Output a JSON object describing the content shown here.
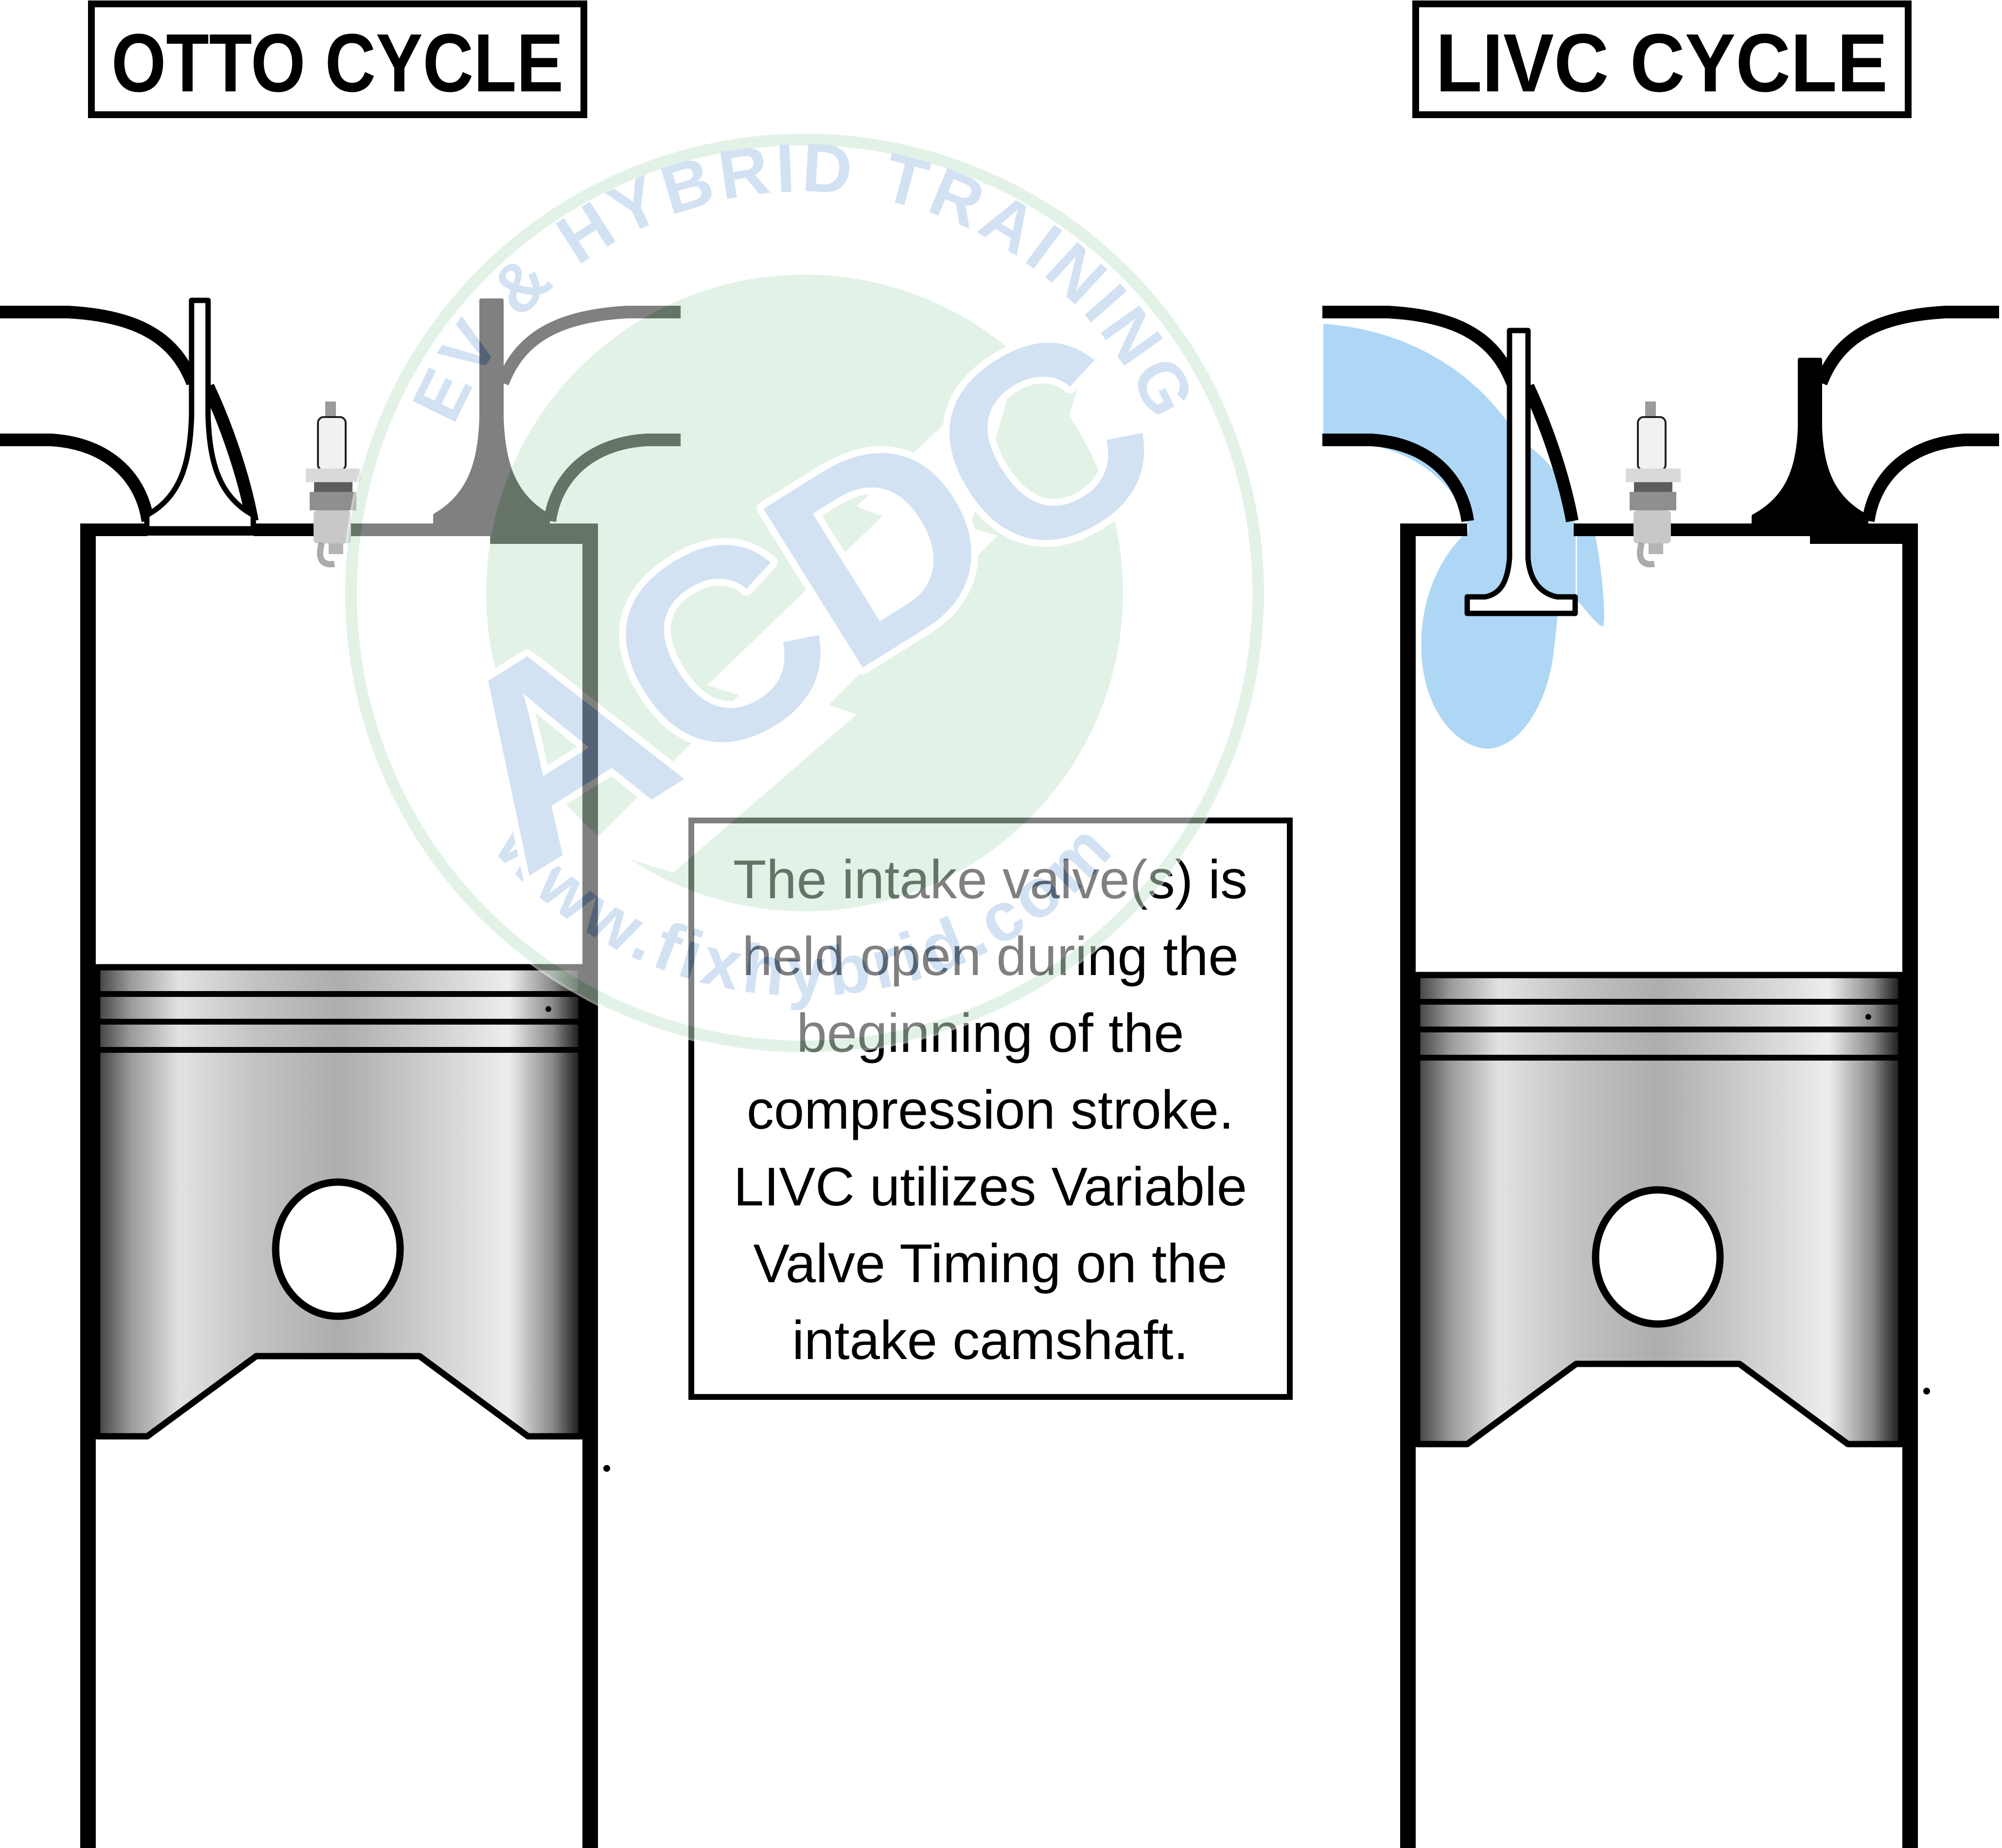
{
  "titles": {
    "left": "OTTO CYCLE",
    "right": "LIVC CYCLE"
  },
  "note": {
    "lines": [
      "The intake valve(s) is",
      "held open during the",
      "beginning of the",
      "compression stroke.",
      "LIVC utilizes Variable",
      "Valve Timing on the",
      "intake camshaft."
    ]
  },
  "watermark": {
    "arc_top": "EV & HYBRID TRAINING",
    "arc_bottom": "www.fixhybrid.com",
    "center": "ACDC"
  },
  "colors": {
    "mixture_blue": "#aed7f6",
    "watermark_blue": "#a7c6e9",
    "watermark_green": "#c9e7ce",
    "line_black": "#000000"
  }
}
